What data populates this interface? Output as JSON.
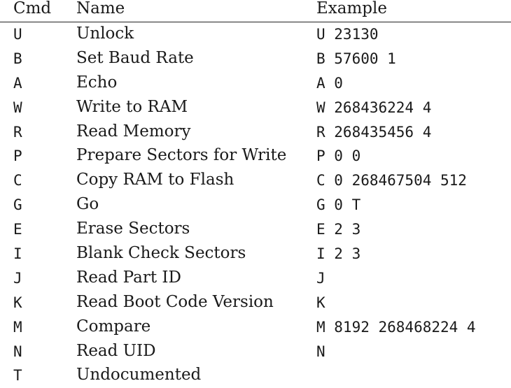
{
  "table": {
    "headers": {
      "cmd": "Cmd",
      "name": "Name",
      "example": "Example"
    },
    "rows": [
      {
        "cmd": "U",
        "name": "Unlock",
        "example": "U 23130"
      },
      {
        "cmd": "B",
        "name": "Set Baud Rate",
        "example": "B 57600 1"
      },
      {
        "cmd": "A",
        "name": "Echo",
        "example": "A 0"
      },
      {
        "cmd": "W",
        "name": "Write to RAM",
        "example": "W 268436224 4"
      },
      {
        "cmd": "R",
        "name": "Read Memory",
        "example": "R 268435456 4"
      },
      {
        "cmd": "P",
        "name": "Prepare Sectors for Write",
        "example": "P 0 0"
      },
      {
        "cmd": "C",
        "name": "Copy RAM to Flash",
        "example": "C 0 268467504 512"
      },
      {
        "cmd": "G",
        "name": "Go",
        "example": "G 0 T"
      },
      {
        "cmd": "E",
        "name": "Erase Sectors",
        "example": "E 2 3"
      },
      {
        "cmd": "I",
        "name": "Blank Check Sectors",
        "example": "I 2 3"
      },
      {
        "cmd": "J",
        "name": "Read Part ID",
        "example": "J"
      },
      {
        "cmd": "K",
        "name": "Read Boot Code Version",
        "example": "K"
      },
      {
        "cmd": "M",
        "name": "Compare",
        "example": "M 8192 268468224 4"
      },
      {
        "cmd": "N",
        "name": "Read UID",
        "example": "N"
      },
      {
        "cmd": "T",
        "name": "Undocumented",
        "example": ""
      }
    ]
  }
}
